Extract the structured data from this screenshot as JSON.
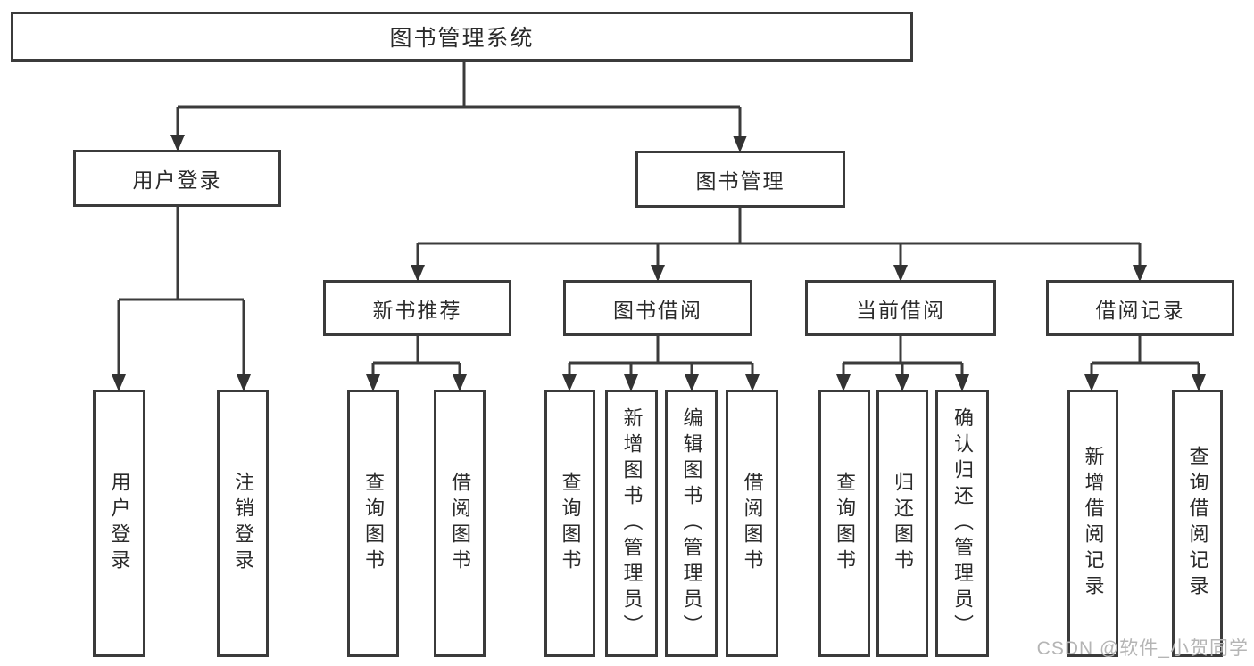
{
  "colors": {
    "line": "#3b3b3b",
    "arrow": "#333333",
    "text": "#2a2a2a",
    "watermark": "#b5b5b5",
    "background": "#ffffff"
  },
  "watermark": {
    "text": "CSDN @软件_小贺同学"
  },
  "tree": {
    "label": "图书管理系统",
    "children": [
      {
        "label": "用户登录",
        "children": [
          {
            "label": "用户登录"
          },
          {
            "label": "注销登录"
          }
        ]
      },
      {
        "label": "图书管理",
        "children": [
          {
            "label": "新书推荐",
            "children": [
              {
                "label": "查询图书"
              },
              {
                "label": "借阅图书"
              }
            ]
          },
          {
            "label": "图书借阅",
            "children": [
              {
                "label": "查询图书"
              },
              {
                "label": "新增图书（管理员）"
              },
              {
                "label": "编辑图书（管理员）"
              },
              {
                "label": "借阅图书"
              }
            ]
          },
          {
            "label": "当前借阅",
            "children": [
              {
                "label": "查询图书"
              },
              {
                "label": "归还图书"
              },
              {
                "label": "确认归还（管理员）"
              }
            ]
          },
          {
            "label": "借阅记录",
            "children": [
              {
                "label": "新增借阅记录"
              },
              {
                "label": "查询借阅记录"
              }
            ]
          }
        ]
      }
    ]
  }
}
